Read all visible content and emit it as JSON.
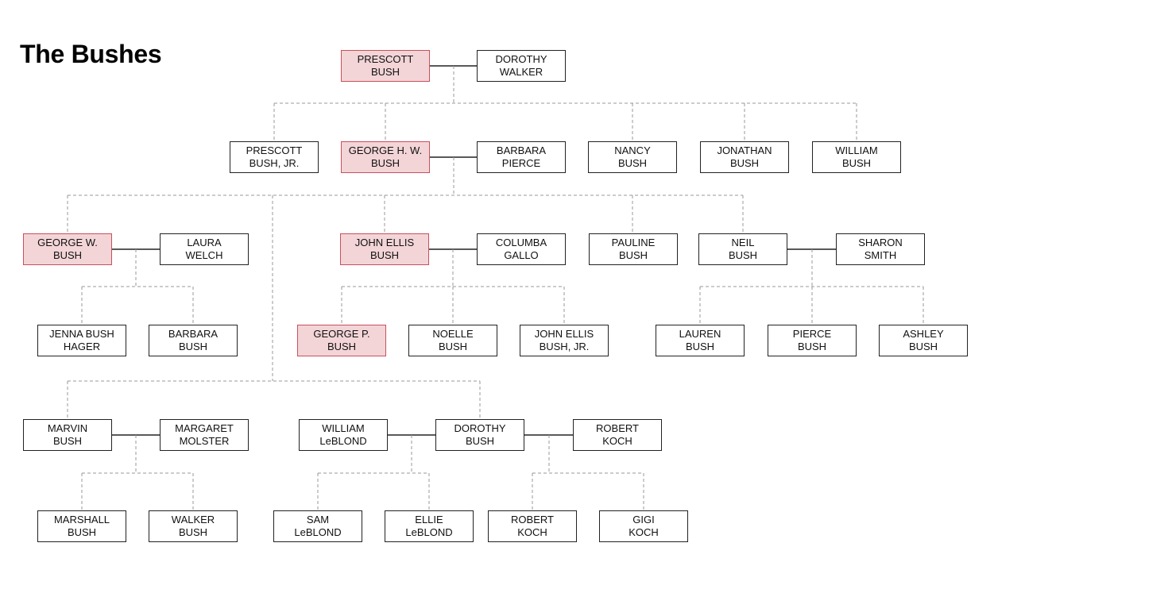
{
  "title": "The Bushes",
  "people": {
    "prescott": [
      "PRESCOTT",
      "BUSH"
    ],
    "dorothy_walker": [
      "DOROTHY",
      "WALKER"
    ],
    "prescott_jr": [
      "PRESCOTT",
      "BUSH, JR."
    ],
    "ghwb": [
      "GEORGE H. W.",
      "BUSH"
    ],
    "barbara_pierce": [
      "BARBARA",
      "PIERCE"
    ],
    "nancy": [
      "NANCY",
      "BUSH"
    ],
    "jonathan": [
      "JONATHAN",
      "BUSH"
    ],
    "william": [
      "WILLIAM",
      "BUSH"
    ],
    "gwb": [
      "GEORGE W.",
      "BUSH"
    ],
    "laura": [
      "LAURA",
      "WELCH"
    ],
    "jeb": [
      "JOHN ELLIS",
      "BUSH"
    ],
    "columba": [
      "COLUMBA",
      "GALLO"
    ],
    "pauline": [
      "PAULINE",
      "BUSH"
    ],
    "neil": [
      "NEIL",
      "BUSH"
    ],
    "sharon": [
      "SHARON",
      "SMITH"
    ],
    "jenna": [
      "JENNA BUSH",
      "HAGER"
    ],
    "barbara": [
      "BARBARA",
      "BUSH"
    ],
    "george_p": [
      "GEORGE P.",
      "BUSH"
    ],
    "noelle": [
      "NOELLE",
      "BUSH"
    ],
    "jeb_jr": [
      "JOHN ELLIS",
      "BUSH, JR."
    ],
    "lauren": [
      "LAUREN",
      "BUSH"
    ],
    "pierce": [
      "PIERCE",
      "BUSH"
    ],
    "ashley": [
      "ASHLEY",
      "BUSH"
    ],
    "marvin": [
      "MARVIN",
      "BUSH"
    ],
    "margaret": [
      "MARGARET",
      "MOLSTER"
    ],
    "william_leblond": [
      "WILLIAM",
      "LeBLOND"
    ],
    "dorothy": [
      "DOROTHY",
      "BUSH"
    ],
    "robert_koch": [
      "ROBERT",
      "KOCH"
    ],
    "marshall": [
      "MARSHALL",
      "BUSH"
    ],
    "walker": [
      "WALKER",
      "BUSH"
    ],
    "sam": [
      "SAM",
      "LeBLOND"
    ],
    "ellie": [
      "ELLIE",
      "LeBLOND"
    ],
    "robert_koch_jr": [
      "ROBERT",
      "KOCH"
    ],
    "gigi": [
      "GIGI",
      "KOCH"
    ]
  },
  "colors": {
    "highlight_fill": "#f3d5d7",
    "highlight_border": "#c94f5d",
    "line": "#222222",
    "dashed": "#999999"
  }
}
